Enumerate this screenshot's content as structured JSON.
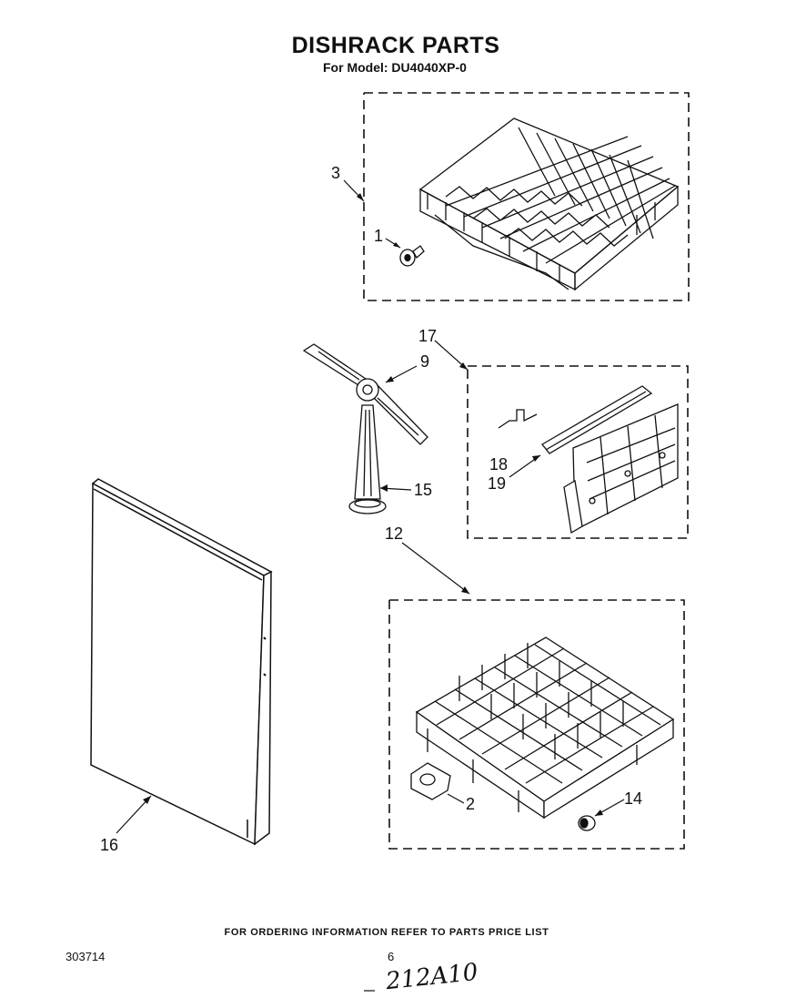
{
  "header": {
    "title": "DISHRACK PARTS",
    "subtitle": "For Model: DU4040XP-0"
  },
  "callouts": {
    "c1": "1",
    "c2": "2",
    "c3": "3",
    "c9": "9",
    "c12": "12",
    "c14": "14",
    "c15": "15",
    "c16": "16",
    "c17": "17",
    "c18": "18",
    "c19": "19"
  },
  "footer": {
    "ordering_note": "FOR ORDERING INFORMATION REFER TO PARTS PRICE LIST",
    "doc_number": "303714",
    "page_number": "6",
    "handwritten": "212A10"
  },
  "icons": {
    "upper_rack": "upper-dishrack-icon",
    "lower_rack": "lower-dishrack-icon",
    "spray_arm": "spray-arm-icon",
    "door_panel": "door-panel-icon",
    "silverware_basket": "silverware-basket-icon"
  }
}
